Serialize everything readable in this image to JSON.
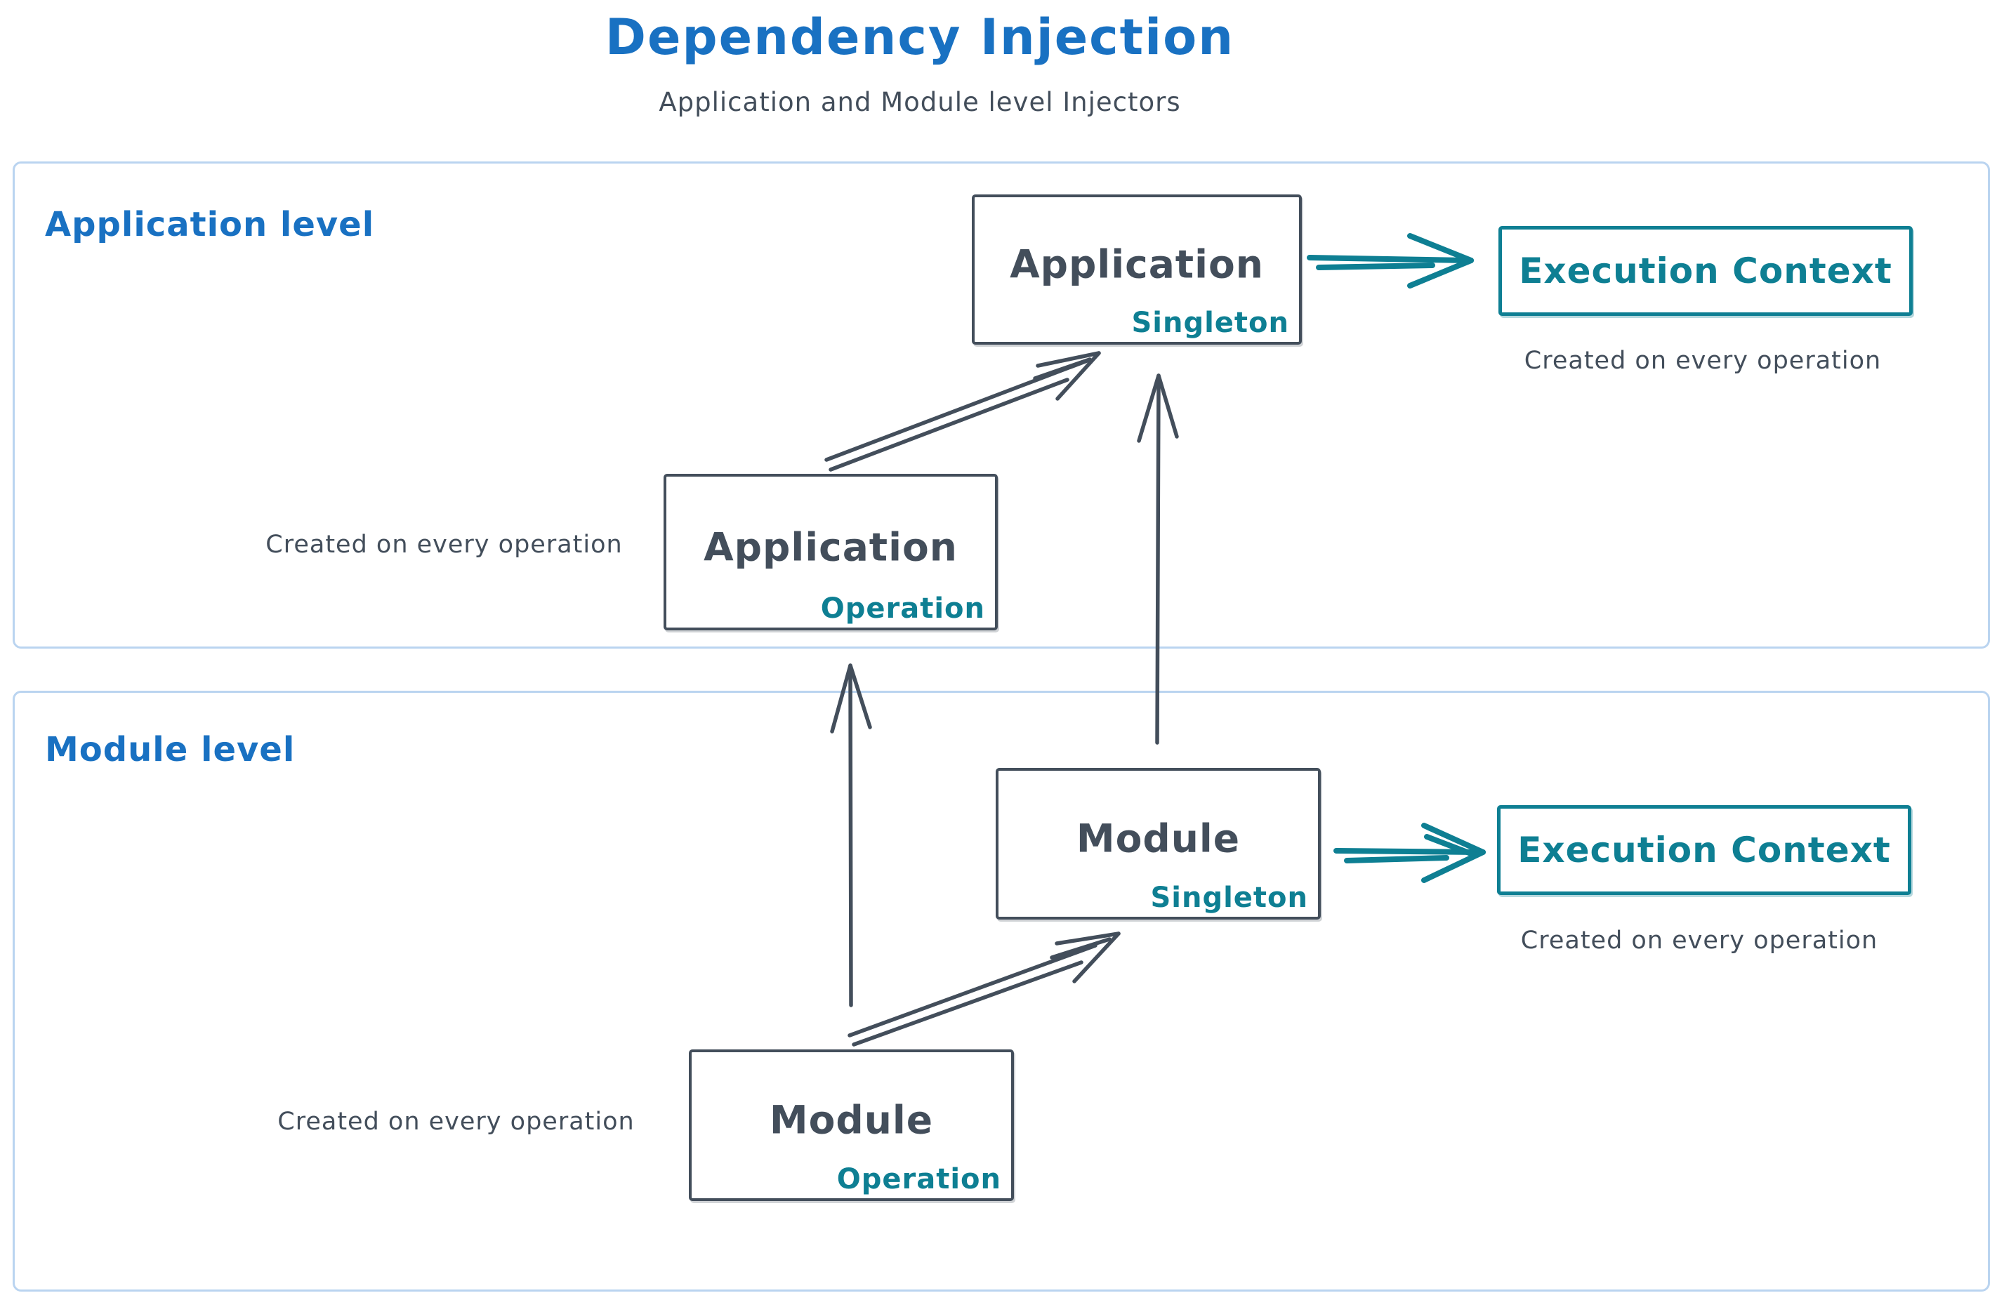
{
  "title": "Dependency Injection",
  "subtitle": "Application and Module level Injectors",
  "colors": {
    "blue": "#1971c2",
    "teal": "#0e7f93",
    "dark": "#434e5b",
    "container_border": "#bad4f0",
    "background": "#ffffff"
  },
  "sections": {
    "application": {
      "label": "Application level"
    },
    "module": {
      "label": "Module level"
    }
  },
  "nodes": {
    "app_singleton": {
      "title": "Application",
      "tag": "Singleton"
    },
    "app_operation": {
      "title": "Application",
      "tag": "Operation"
    },
    "module_singleton": {
      "title": "Module",
      "tag": "Singleton"
    },
    "module_operation": {
      "title": "Module",
      "tag": "Operation"
    },
    "exec_app": {
      "label": "Execution Context"
    },
    "exec_module": {
      "label": "Execution Context"
    }
  },
  "captions": {
    "app_exec": "Created on every operation",
    "app_operation": "Created on every operation",
    "module_exec": "Created on every operation",
    "module_operation": "Created on every operation"
  },
  "connections": [
    {
      "from": "Application Operation",
      "to": "Application Singleton"
    },
    {
      "from": "Module Singleton",
      "to": "Application Singleton"
    },
    {
      "from": "Application Singleton",
      "to": "Execution Context (application)"
    },
    {
      "from": "Module Operation",
      "to": "Application Operation"
    },
    {
      "from": "Module Operation",
      "to": "Module Singleton"
    },
    {
      "from": "Module Singleton",
      "to": "Execution Context (module)"
    }
  ]
}
